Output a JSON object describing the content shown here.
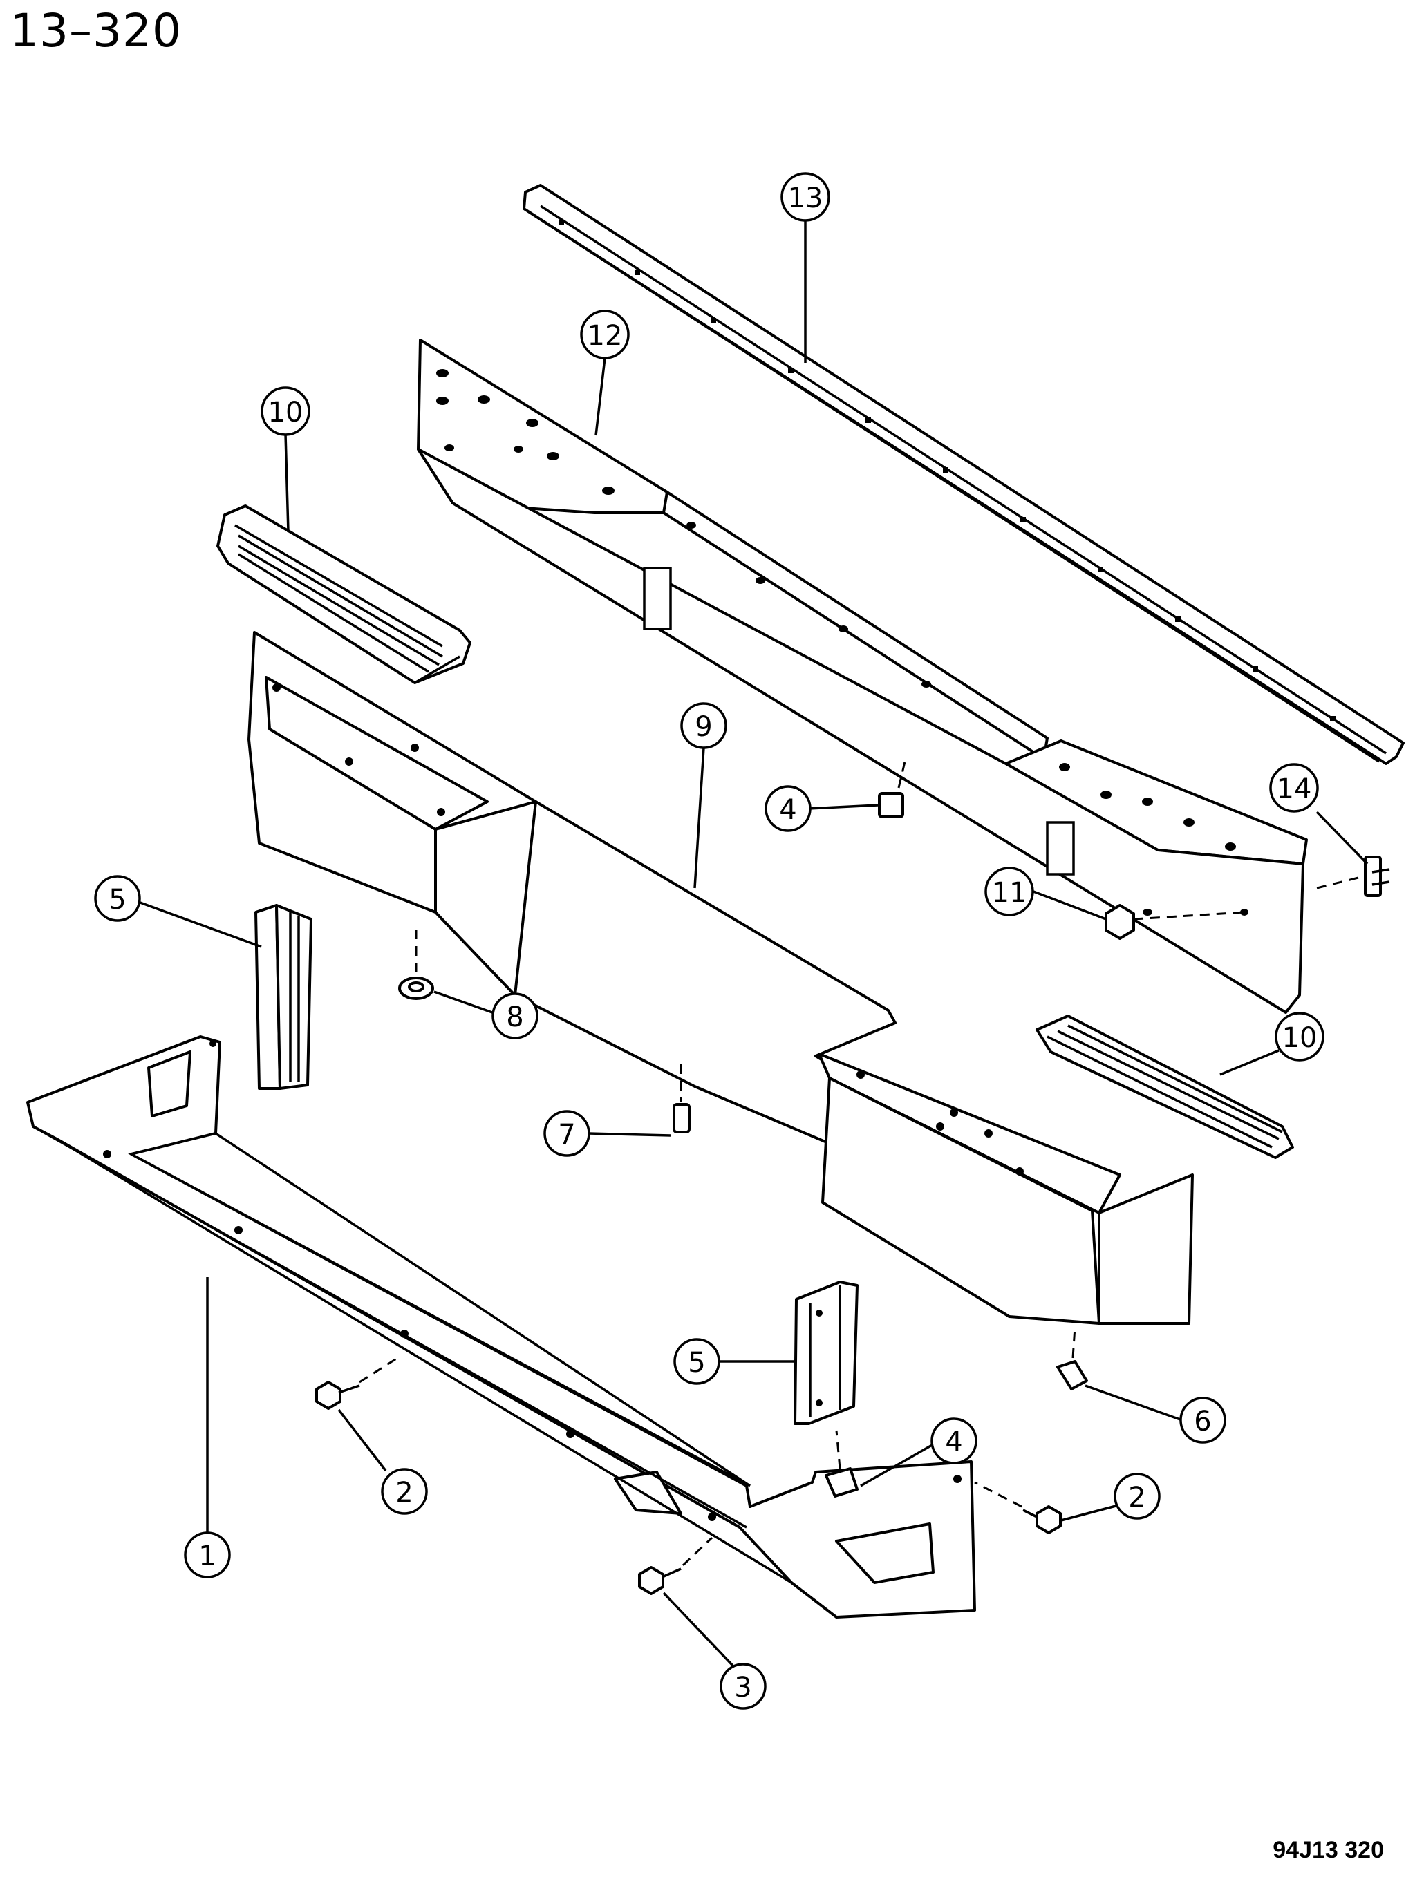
{
  "page_number": "13–320",
  "figure_code": "94J13  320",
  "callouts": [
    {
      "id": "c1",
      "label": "1"
    },
    {
      "id": "c2a",
      "label": "2"
    },
    {
      "id": "c2b",
      "label": "2"
    },
    {
      "id": "c3",
      "label": "3"
    },
    {
      "id": "c4a",
      "label": "4"
    },
    {
      "id": "c4b",
      "label": "4"
    },
    {
      "id": "c5a",
      "label": "5"
    },
    {
      "id": "c5b",
      "label": "5"
    },
    {
      "id": "c6",
      "label": "6"
    },
    {
      "id": "c7",
      "label": "7"
    },
    {
      "id": "c8",
      "label": "8"
    },
    {
      "id": "c9",
      "label": "9"
    },
    {
      "id": "c10a",
      "label": "10"
    },
    {
      "id": "c10b",
      "label": "10"
    },
    {
      "id": "c11",
      "label": "11"
    },
    {
      "id": "c12",
      "label": "12"
    },
    {
      "id": "c13",
      "label": "13"
    },
    {
      "id": "c14",
      "label": "14"
    }
  ]
}
